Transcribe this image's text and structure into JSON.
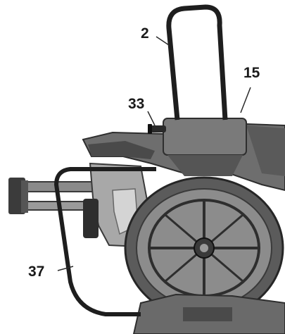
{
  "figure": {
    "callouts": [
      {
        "label": "2"
      },
      {
        "label": "15"
      },
      {
        "label": "33"
      },
      {
        "label": "37"
      }
    ]
  }
}
